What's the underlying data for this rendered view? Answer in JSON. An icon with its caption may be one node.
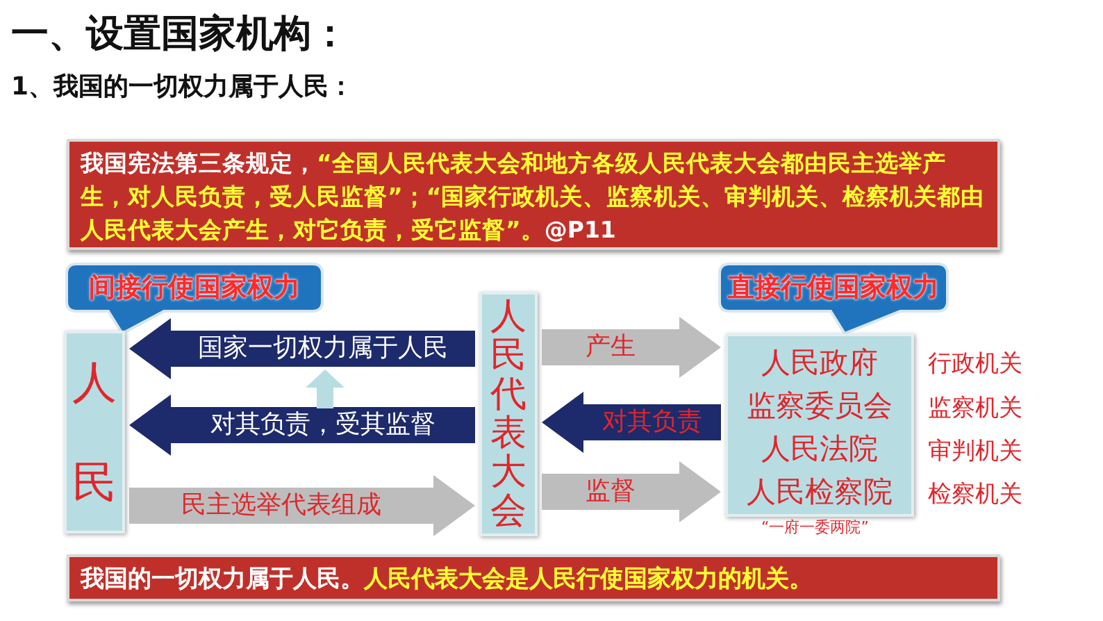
{
  "diagram": {
    "title": "一、设置国家机构：",
    "nodes": [
      {
        "text": [
          "我国宪法第三条规定，",
          "“全国人民代表大会和地方各级人民代表大会都由民主选举产生，对人民负责，受人民监督”；“国家行政机关、监察机关、审判机关、检察机关都由人民代表大会产生，对它负责，受它监督”。",
          "@P11"
        ]
      },
      {
        "text": [
          "间接行使国家权力"
        ]
      },
      {
        "text": [
          "人民"
        ]
      },
      {
        "text": [
          "人民代表大会"
        ]
      },
      {
        "text": [
          "直接行使国家权力"
        ]
      },
      {
        "text": [
          "人民政府",
          "监察委员会",
          "人民法院",
          "人民检察院"
        ],
        "beside": [
          "行政机关",
          "监察机关",
          "审判机关",
          "检察机关",
          "“一府一委两院”"
        ]
      },
      {
        "text": [
          "我国的一切权力属于人民。",
          "人民代表大会是人民行使国家权力的机关。"
        ]
      }
    ],
    "edges": [
      {
        "from": 3,
        "to": 2,
        "arrow": "to",
        "label": "国家一切权力属于人民",
        "color": "#1d2a6b"
      },
      {
        "from": 3,
        "to": 2,
        "arrow": "to",
        "label": "对其负责，受其监督",
        "color": "#1d2a6b"
      },
      {
        "from": 2,
        "to": 3,
        "arrow": "to",
        "label": "民主选举代表组成",
        "color": "#bdbdbd"
      },
      {
        "from": 3,
        "to": 5,
        "arrow": "to",
        "label": "产生",
        "color": "#bdbdbd"
      },
      {
        "from": 5,
        "to": 3,
        "arrow": "to",
        "label": "对其负责",
        "color": "#1d2a6b"
      },
      {
        "from": 3,
        "to": 5,
        "arrow": "to",
        "label": "监督",
        "color": "#bdbdbd"
      }
    ],
    "labels": [
      "1、我国的一切权力属于人民："
    ]
  }
}
